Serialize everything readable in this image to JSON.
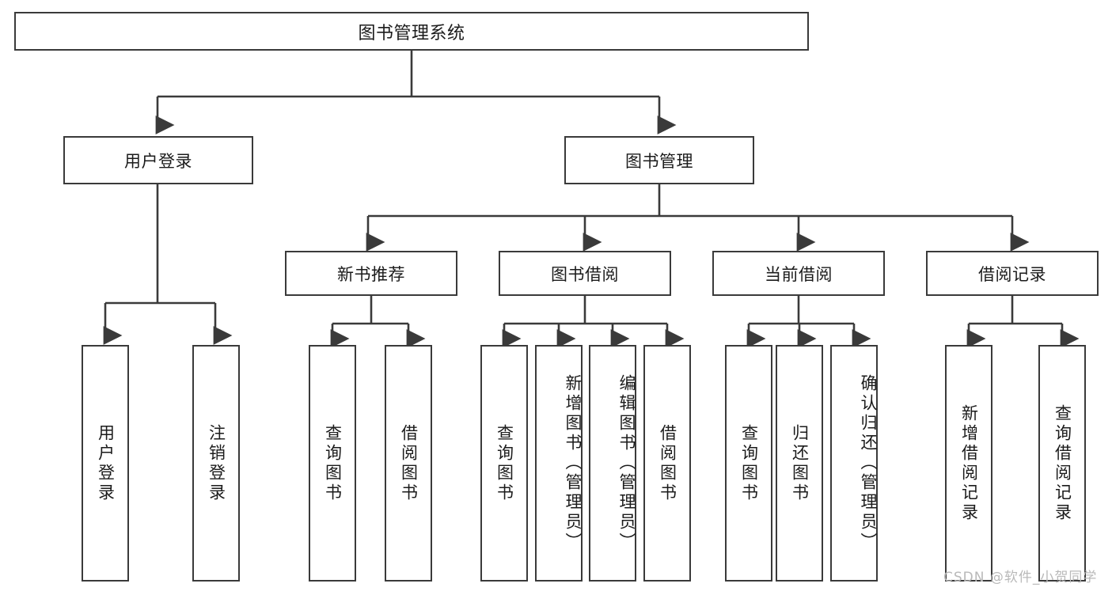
{
  "diagram": {
    "type": "tree-hierarchy-chart",
    "title": "图书管理系统",
    "watermark": "CSDN @软件_小贺同学",
    "colors": {
      "box_border": "#3a3a3a",
      "box_fill": "#ffffff",
      "connector": "#3a3a3a",
      "text": "#1b1b1b",
      "watermark": "#b9b9b9",
      "background": "#ffffff"
    },
    "root": {
      "label": "图书管理系统"
    },
    "level2": [
      {
        "id": "user-login",
        "label": "用户登录"
      },
      {
        "id": "book-manage",
        "label": "图书管理"
      }
    ],
    "level3": [
      {
        "id": "new-book-recommend",
        "label": "新书推荐",
        "parent": "book-manage"
      },
      {
        "id": "book-borrow",
        "label": "图书借阅",
        "parent": "book-manage"
      },
      {
        "id": "current-borrow",
        "label": "当前借阅",
        "parent": "book-manage"
      },
      {
        "id": "borrow-record",
        "label": "借阅记录",
        "parent": "book-manage"
      }
    ],
    "leaves": {
      "user-login": [
        {
          "id": "leaf-user-login",
          "label": "用户登录"
        },
        {
          "id": "leaf-logout-login",
          "label": "注销登录"
        }
      ],
      "new-book-recommend": [
        {
          "id": "leaf-query-book-1",
          "label": "查询图书"
        },
        {
          "id": "leaf-borrow-book-1",
          "label": "借阅图书"
        }
      ],
      "book-borrow": [
        {
          "id": "leaf-query-book-2",
          "label": "查询图书"
        },
        {
          "id": "leaf-add-book-admin",
          "label": "新增图书（管理员）"
        },
        {
          "id": "leaf-edit-book-admin",
          "label": "编辑图书（管理员）"
        },
        {
          "id": "leaf-borrow-book-2",
          "label": "借阅图书"
        }
      ],
      "current-borrow": [
        {
          "id": "leaf-query-book-3",
          "label": "查询图书"
        },
        {
          "id": "leaf-return-book",
          "label": "归还图书"
        },
        {
          "id": "leaf-confirm-return-admin",
          "label": "确认归还（管理员）"
        }
      ],
      "borrow-record": [
        {
          "id": "leaf-add-borrow-record",
          "label": "新增借阅记录"
        },
        {
          "id": "leaf-query-borrow-record",
          "label": "查询借阅记录"
        }
      ]
    }
  }
}
